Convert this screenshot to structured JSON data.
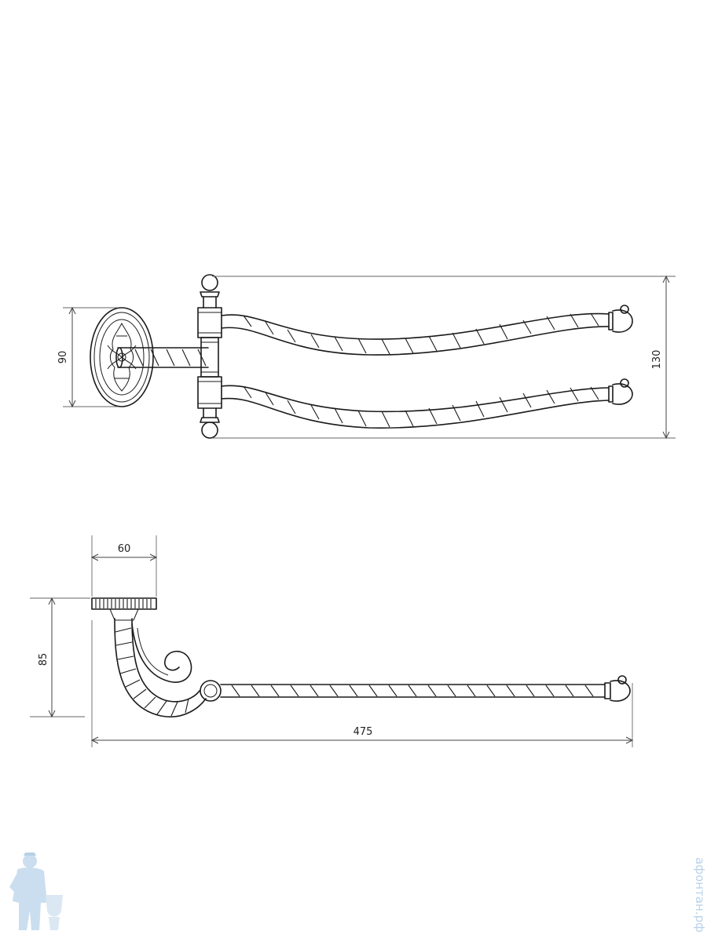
{
  "drawing": {
    "views": [
      {
        "id": "front",
        "dimensions": [
          {
            "label": "90",
            "orientation": "vertical"
          },
          {
            "label": "130",
            "orientation": "vertical"
          }
        ]
      },
      {
        "id": "side",
        "dimensions": [
          {
            "label": "60",
            "orientation": "horizontal"
          },
          {
            "label": "85",
            "orientation": "vertical"
          },
          {
            "label": "475",
            "orientation": "horizontal"
          }
        ]
      }
    ]
  },
  "watermark": {
    "text": "афонтан.рф",
    "logo_icon": "plumber-mascot-icon",
    "color": "#b9d3ea"
  }
}
